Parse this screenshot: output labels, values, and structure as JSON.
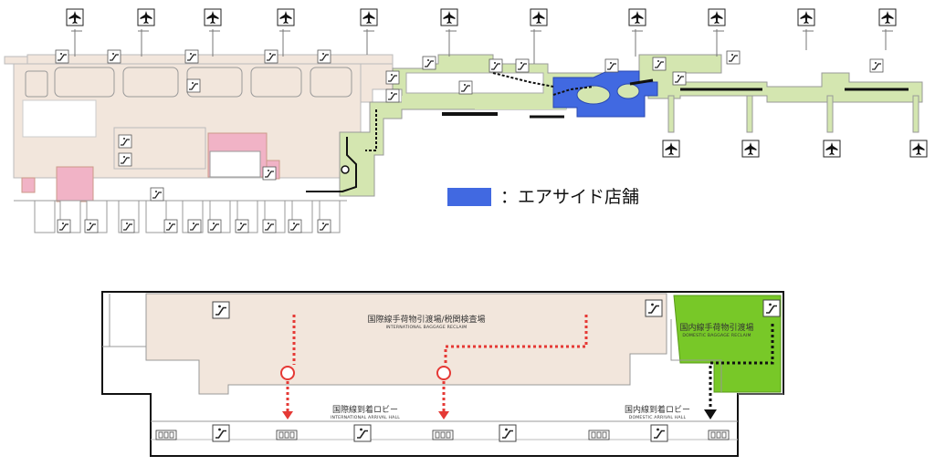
{
  "legend": {
    "swatch_color": "#4169e1",
    "label": "：エアサイド店舗"
  },
  "colors": {
    "building": "#f2e6dc",
    "route_area": "#d4e6b0",
    "airside_shop": "#4169e1",
    "pink_area": "#f1b3c6",
    "domestic_reclaim": "#78c828",
    "international_route": "#e53935",
    "domestic_route": "#111111"
  },
  "icons": {
    "gate": "airplane-icon",
    "vertical_transport": "escalator-icon",
    "facility": "facility-icon"
  },
  "labels": {
    "intl_reclaim_jp": "国際線手荷物引渡場/税関検査場",
    "intl_reclaim_en": "INTERNATIONAL BAGGAGE RECLAIM",
    "dom_reclaim_jp": "国内線手荷物引渡場",
    "dom_reclaim_en": "DOMESTIC BAGGAGE RECLAIM",
    "intl_arrival_jp": "国際線到着ロビー",
    "intl_arrival_en": "INTERNATIONAL ARRIVAL HALL",
    "dom_arrival_jp": "国内線到着ロビー",
    "dom_arrival_en": "DOMESTIC ARRIVAL HALL"
  }
}
